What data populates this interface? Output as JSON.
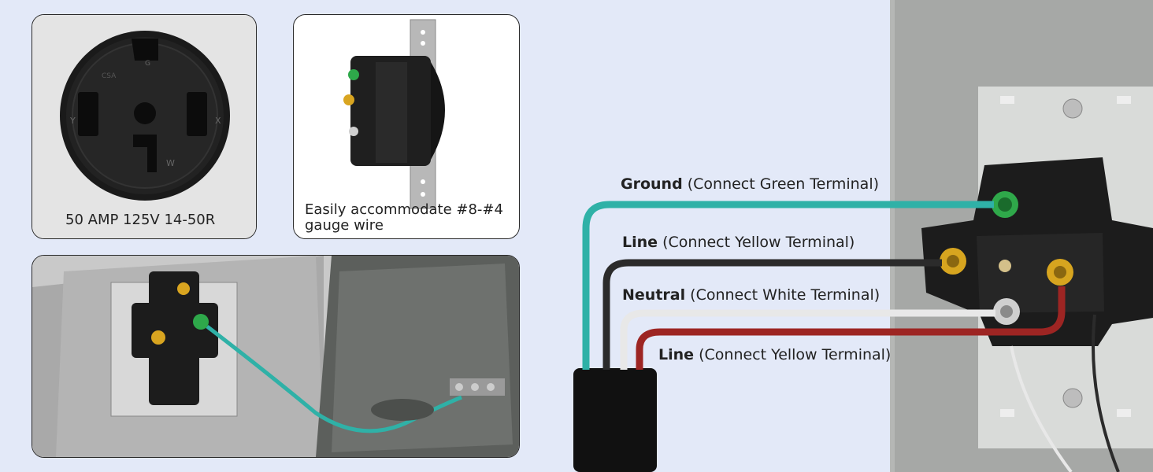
{
  "panels": {
    "receptacle_face": {
      "caption": "50 AMP 125V 14-50R"
    },
    "side_view": {
      "caption_line1": "Easily accommodate #8-#4",
      "caption_line2": "gauge wire"
    }
  },
  "wiring": {
    "ground": {
      "name": "Ground",
      "note": "(Connect Green Terminal)"
    },
    "line1": {
      "name": "Line",
      "note": "(Connect Yellow Terminal)"
    },
    "neutral": {
      "name": "Neutral",
      "note": "(Connect White Terminal)"
    },
    "line2": {
      "name": "Line",
      "note": "(Connect Yellow Terminal)"
    }
  },
  "colors": {
    "ground_wire": "#2fb1a7",
    "line1_wire": "#2b2b2b",
    "neutral_wire": "#e8e8e8",
    "line2_wire": "#9d2523",
    "background": "#e3e9f8"
  }
}
